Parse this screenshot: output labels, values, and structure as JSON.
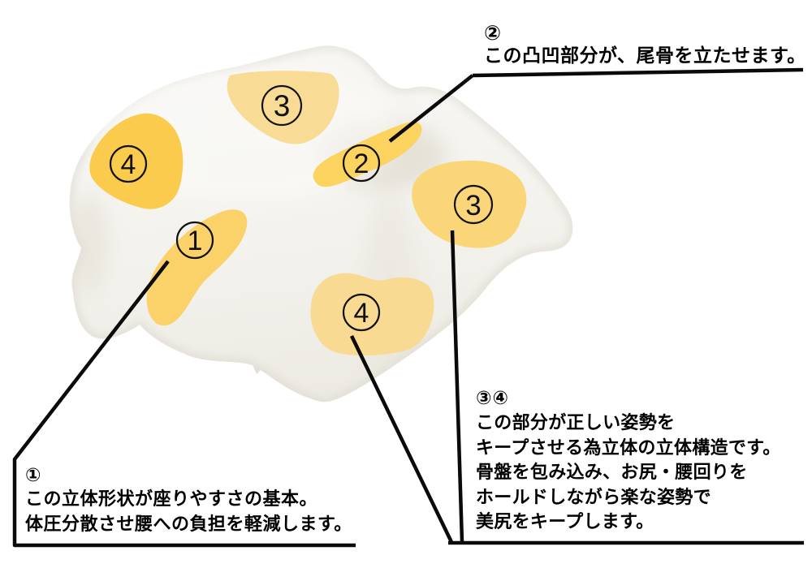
{
  "diagram": {
    "background_color": "#ffffff",
    "line_color": "#0a0a0a",
    "cushion": {
      "description": "seat-cushion-top-three-quarter-view",
      "body_color": "#f4f3ee",
      "shade_color": "#e3e0d6",
      "rim_color": "#d9d5ca"
    },
    "zones": {
      "z1": {
        "number": "1",
        "color": "#fbd26a"
      },
      "z2": {
        "number": "2",
        "color": "#fcd35f"
      },
      "z3_top": {
        "number": "3",
        "color": "#f8dc95"
      },
      "z3_right": {
        "number": "3",
        "color": "#fbd679"
      },
      "z4_left": {
        "number": "4",
        "color": "#fbcb4d"
      },
      "z4_bottom": {
        "number": "4",
        "color": "#f9da92"
      }
    },
    "annotations": {
      "note2": {
        "marker": "②",
        "lines": [
          "この凸凹部分が、尾骨を立たせます。"
        ]
      },
      "note1": {
        "marker": "①",
        "lines": [
          "この立体形状が座りやすさの基本。",
          "体圧分散させ腰への負担を軽減します。"
        ]
      },
      "note34": {
        "marker": "③④",
        "lines": [
          "この部分が正しい姿勢を",
          "キープさせる為立体の立体構造です。",
          "骨盤を包み込み、お尻・腰回りを",
          "ホールドしながら楽な姿勢で",
          "美尻をキープします。"
        ]
      }
    }
  }
}
